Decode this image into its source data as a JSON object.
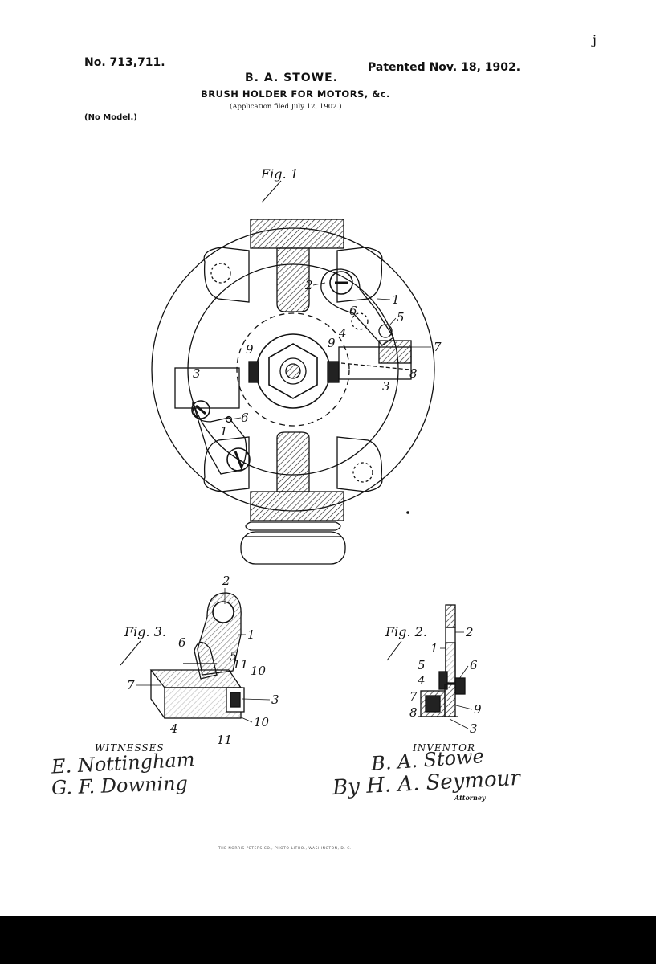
{
  "header": {
    "patent_number": "No. 713,711.",
    "patented_date": "Patented Nov. 18, 1902.",
    "inventor_name": "B. A. STOWE.",
    "title": "BRUSH HOLDER FOR MOTORS, &c.",
    "application": "(Application filed July 12, 1902.)",
    "model_note": "(No Model.)"
  },
  "figures": {
    "fig1": {
      "label": "Fig. 1",
      "refs": {
        "r2": "2",
        "r1": "1",
        "r5": "5",
        "r6a": "6",
        "r4": "4",
        "r9a": "9",
        "r9b": "9",
        "r7": "7",
        "r8": "8",
        "r3a": "3",
        "r3b": "3",
        "r6b": "6",
        "r1b": "1"
      }
    },
    "fig3": {
      "label": "Fig. 3.",
      "refs": {
        "r2": "2",
        "r1": "1",
        "r6": "6",
        "r11a": "11",
        "r10a": "10",
        "r5": "5",
        "r7": "7",
        "r3": "3",
        "r4": "4",
        "r10b": "10",
        "r11b": "11"
      }
    },
    "fig2": {
      "label": "Fig. 2.",
      "refs": {
        "r2": "2",
        "r1": "1",
        "r5": "5",
        "r6": "6",
        "r4": "4",
        "r7": "7",
        "r9": "9",
        "r8": "8",
        "r3": "3"
      }
    }
  },
  "signatures": {
    "witnesses_label": "WITNESSES",
    "inventor_label": "INVENTOR",
    "witness_1": "E. Nottingham",
    "witness_2": "G. F. Downing",
    "inventor_sig": "B. A. Stowe",
    "attorney_sig": "By H. A. Seymour",
    "attorney_label": "Attorney"
  },
  "footer": {
    "printer": "THE NORRIS PETERS CO., PHOTO-LITHO., WASHINGTON, D. C."
  },
  "edge_mark": "j"
}
